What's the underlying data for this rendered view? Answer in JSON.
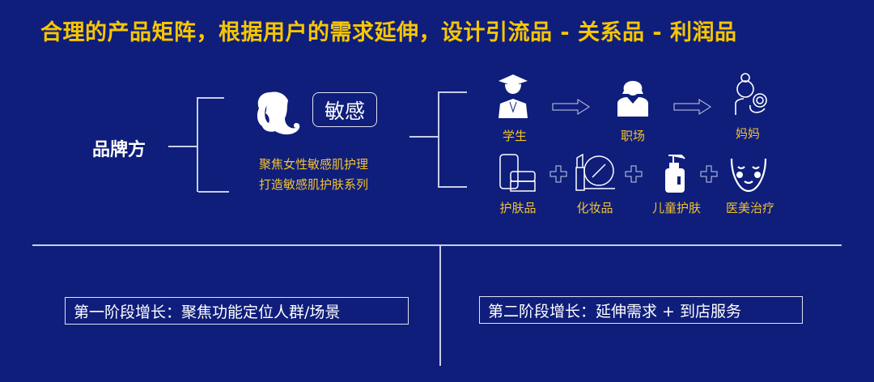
{
  "title": "合理的产品矩阵，根据用户的需求延伸，设计引流品 - 关系品 - 利润品",
  "brand": "品牌方",
  "tag": "敏感",
  "desc": [
    "聚焦女性敏感肌护理",
    "打造敏感肌护肤系列"
  ],
  "stages": [
    {
      "label": "学生",
      "icon": "graduate-icon"
    },
    {
      "label": "职场",
      "icon": "office-woman-icon"
    },
    {
      "label": "妈妈",
      "icon": "mother-baby-icon"
    }
  ],
  "products": [
    {
      "label": "护肤品",
      "icon": "skincare-icon"
    },
    {
      "label": "化妆品",
      "icon": "cosmetics-icon"
    },
    {
      "label": "儿童护肤",
      "icon": "pump-bottle-icon"
    },
    {
      "label": "医美治疗",
      "icon": "face-icon"
    }
  ],
  "phases": [
    "第一阶段增长：聚焦功能定位人群/场景",
    "第二阶段增长：延伸需求 + 到店服务"
  ],
  "colors": {
    "background": "#0f1e7b",
    "accent": "#f7c600"
  }
}
